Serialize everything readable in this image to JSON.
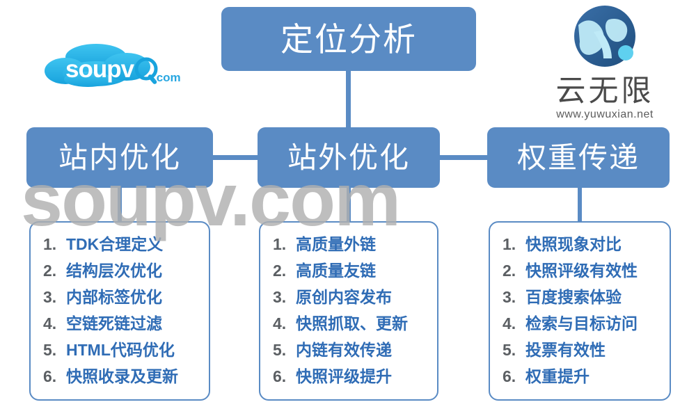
{
  "colors": {
    "box_fill": "#5a8bc4",
    "box_text": "#ffffff",
    "panel_border": "#5a8bc4",
    "item_number": "#5b5f63",
    "item_text": "#2f6cb5",
    "watermark": "#b0b0b0",
    "logo_cloud": "#29a7e1",
    "logo_globe_dark": "#2b5f96",
    "logo_globe_light": "#a9e2f5"
  },
  "diagram": {
    "root": {
      "label": "定位分析"
    },
    "branches": [
      {
        "id": "onsite",
        "label": "站内优化"
      },
      {
        "id": "offsite",
        "label": "站外优化"
      },
      {
        "id": "weight",
        "label": "权重传递"
      }
    ],
    "panels": [
      {
        "id": "onsite",
        "items": [
          {
            "num": "1.",
            "text": "TDK合理定义"
          },
          {
            "num": "2.",
            "text": "结构层次优化"
          },
          {
            "num": "3.",
            "text": "内部标签优化"
          },
          {
            "num": "4.",
            "text": "空链死链过滤"
          },
          {
            "num": "5.",
            "text": "HTML代码优化"
          },
          {
            "num": "6.",
            "text": "快照收录及更新"
          }
        ]
      },
      {
        "id": "offsite",
        "items": [
          {
            "num": "1.",
            "text": "高质量外链"
          },
          {
            "num": "2.",
            "text": "高质量友链"
          },
          {
            "num": "3.",
            "text": "原创内容发布"
          },
          {
            "num": "4.",
            "text": "快照抓取、更新"
          },
          {
            "num": "5.",
            "text": "内链有效传递"
          },
          {
            "num": "6.",
            "text": "快照评级提升"
          }
        ]
      },
      {
        "id": "weight",
        "items": [
          {
            "num": "1.",
            "text": "快照现象对比"
          },
          {
            "num": "2.",
            "text": "快照评级有效性"
          },
          {
            "num": "3.",
            "text": "百度搜索体验"
          },
          {
            "num": "4.",
            "text": "检索与目标访问"
          },
          {
            "num": "5.",
            "text": "投票有效性"
          },
          {
            "num": "6.",
            "text": "权重提升"
          }
        ]
      }
    ]
  },
  "watermark": {
    "text": "soupv.com"
  },
  "logo_left": {
    "name": "soupv",
    "suffix": ".com",
    "icon": "cloud-icon"
  },
  "logo_right": {
    "cn_name": "云无限",
    "url": "www.yuwuxian.net",
    "icon": "globe-y-icon"
  }
}
